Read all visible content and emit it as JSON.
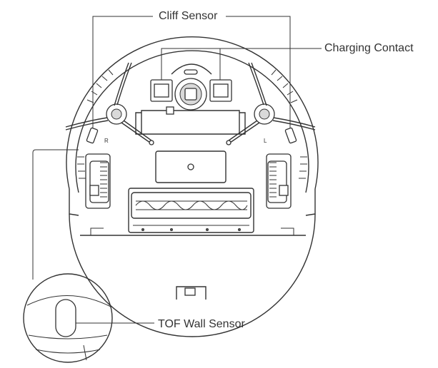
{
  "labels": {
    "cliff_sensor": "Cliff Sensor",
    "charging_contact": "Charging Contact",
    "tof_wall_sensor": "TOF Wall Sensor"
  },
  "brush_marks": {
    "right": "R",
    "left": "L"
  }
}
